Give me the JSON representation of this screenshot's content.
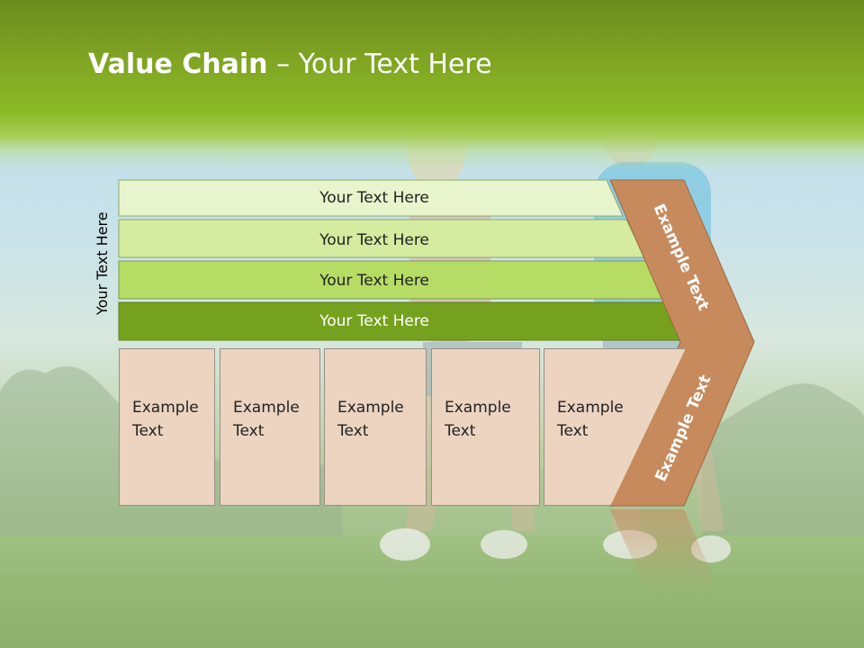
{
  "title": {
    "bold": "Value Chain",
    "rest": " – Your Text Here"
  },
  "vertical_label": "Your Text Here",
  "bars": [
    {
      "label": "Your Text Here",
      "color": "#e8f4cc"
    },
    {
      "label": "Your Text Here",
      "color": "#d4eba0"
    },
    {
      "label": "Your Text Here",
      "color": "#b6dc66"
    },
    {
      "label": "Your Text Here",
      "color": "#76a11e"
    }
  ],
  "boxes": [
    {
      "line1": "Example",
      "line2": "Text"
    },
    {
      "line1": "Example",
      "line2": "Text"
    },
    {
      "line1": "Example",
      "line2": "Text"
    },
    {
      "line1": "Example",
      "line2": "Text"
    },
    {
      "line1": "Example",
      "line2": "Text"
    }
  ],
  "chevron": {
    "upper": "Example Text",
    "lower": "Example Text",
    "color": "#c68a5c"
  },
  "colors": {
    "header_green": "#8cba26",
    "box_fill": "#ecd4c0"
  }
}
